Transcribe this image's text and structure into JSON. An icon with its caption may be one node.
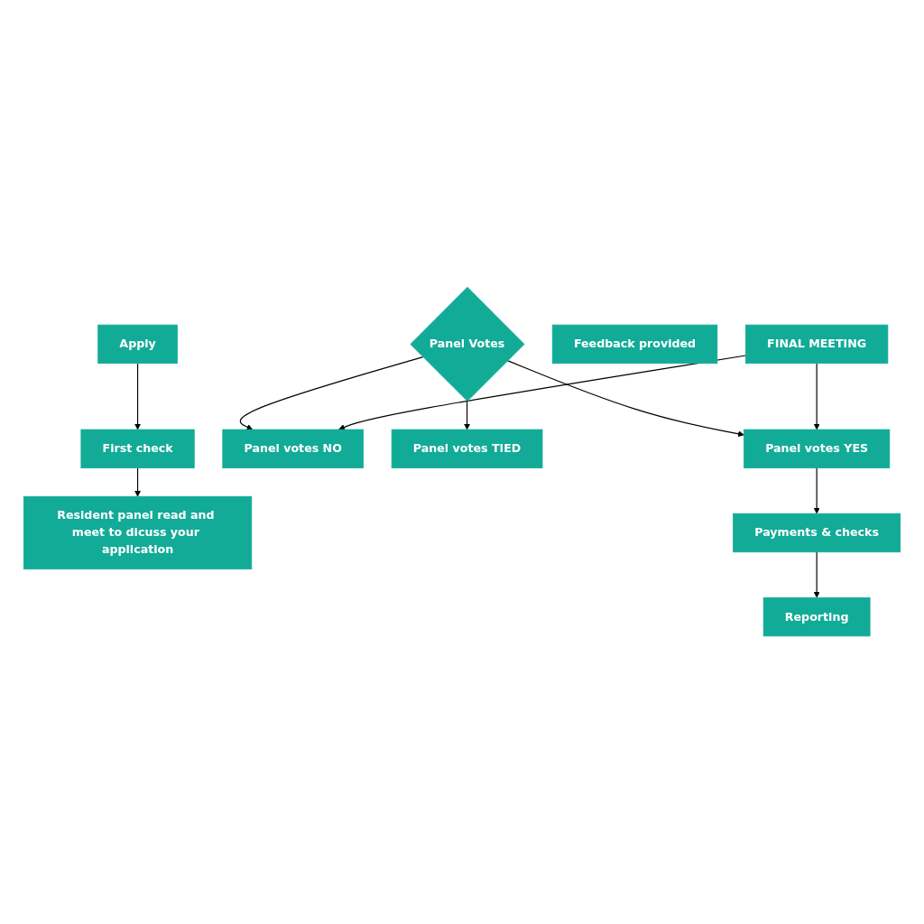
{
  "diagram": {
    "nodes": [
      {
        "text": [
          "Apply"
        ]
      },
      {
        "text": [
          "First check"
        ]
      },
      {
        "text": [
          "Resident panel read and meet to dicuss your application"
        ]
      },
      {
        "text": [
          "Panel Votes"
        ]
      },
      {
        "text": [
          "Panel votes NO"
        ]
      },
      {
        "text": [
          "Panel votes TIED"
        ]
      },
      {
        "text": [
          "Feedback provided"
        ]
      },
      {
        "text": [
          "FINAL MEETING"
        ]
      },
      {
        "text": [
          "Panel votes YES"
        ]
      },
      {
        "text": [
          "Payments & checks"
        ]
      },
      {
        "text": [
          "Reporting"
        ]
      }
    ],
    "edges": [
      {
        "from": 0,
        "to": 1,
        "arrow": "to"
      },
      {
        "from": 1,
        "to": 2,
        "arrow": "to"
      },
      {
        "from": 3,
        "to": 4,
        "arrow": "to"
      },
      {
        "from": 3,
        "to": 5,
        "arrow": "to"
      },
      {
        "from": 3,
        "to": 8,
        "arrow": "to"
      },
      {
        "from": 7,
        "to": 4,
        "arrow": "to"
      },
      {
        "from": 7,
        "to": 8,
        "arrow": "to"
      },
      {
        "from": 8,
        "to": 9,
        "arrow": "to"
      },
      {
        "from": 9,
        "to": 10,
        "arrow": "to"
      }
    ]
  }
}
